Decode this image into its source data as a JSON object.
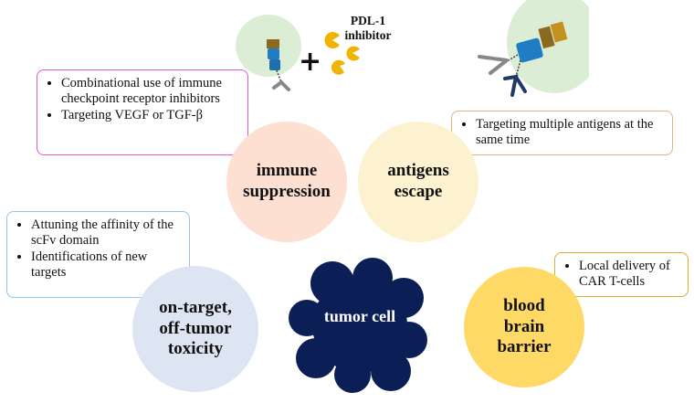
{
  "colors": {
    "immune_suppression": "#fde0d2",
    "antigens_escape": "#fdf2d0",
    "toxicity": "#dde5f2",
    "blood_brain_barrier": "#ffd966",
    "tumor_cell": "#0b1e55",
    "cell_green": "#dbeed5",
    "pink_border": "#e05ad2",
    "orange_border": "#e8b07a",
    "blue_border": "#8ec3ea",
    "yellow_border": "#d9b030"
  },
  "nodes": {
    "immune_suppression": "immune suppression",
    "antigens_escape": "antigens escape",
    "toxicity": "on-target, off-tumor toxicity",
    "blood_brain_barrier": "blood brain barrier",
    "tumor_cell": "tumor cell"
  },
  "boxes": {
    "immune": [
      "Combinational use of immune checkpoint receptor inhibitors",
      "Targeting VEGF or TGF-β"
    ],
    "antigens": [
      "Targeting multiple antigens at the same time"
    ],
    "toxicity": [
      "Attuning the affinity of the scFv domain",
      "Identifications of new targets"
    ],
    "bbb": [
      "Local delivery of CAR T-cells"
    ]
  },
  "illustration": {
    "plus": "+",
    "inhibitor_label_1": "PDL-1",
    "inhibitor_label_2": "inhibitor"
  }
}
